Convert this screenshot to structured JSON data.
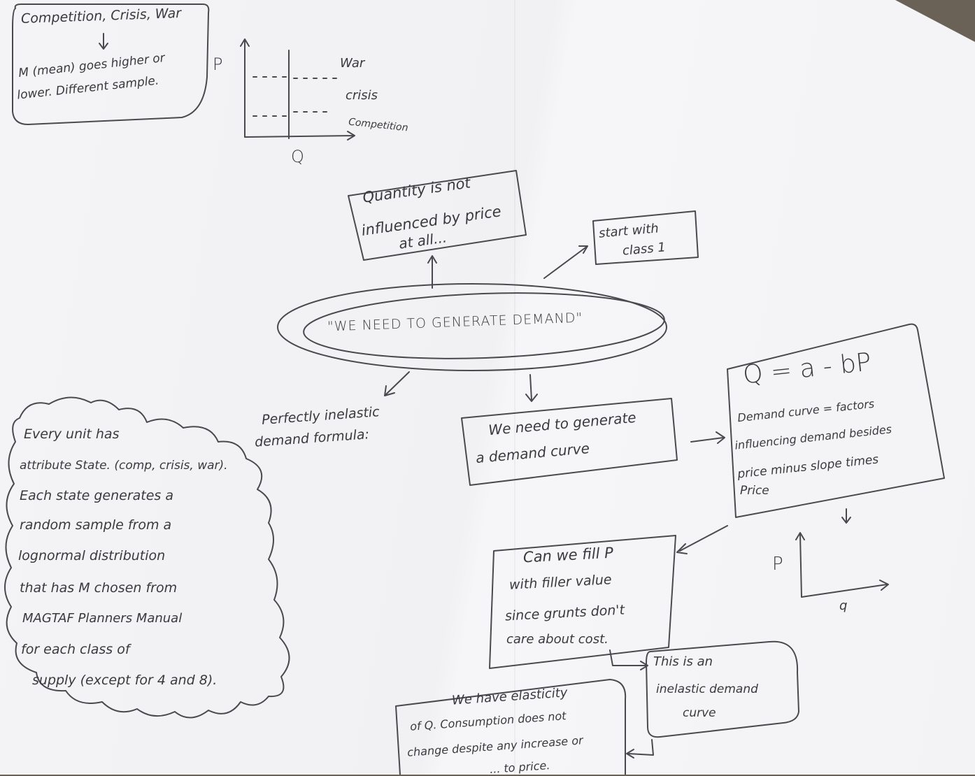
{
  "colors": {
    "ink": "#3a3a3e",
    "paper": "#f3f3f5",
    "background": "#6b6257"
  },
  "top_left_box": {
    "line1": "Competition, Crisis, War",
    "line2": "M (mean) goes higher or",
    "line3": "lower. Different sample."
  },
  "pq_chart": {
    "y_label": "P",
    "x_label": "Q",
    "levels": [
      "War",
      "crisis",
      "Competition"
    ]
  },
  "center_node": {
    "text": "\"WE NEED TO GENERATE DEMAND\""
  },
  "quantity_box": {
    "line1": "Quantity is not",
    "line2": "influenced by price",
    "line3": "at all..."
  },
  "start_box": {
    "line1": "start with",
    "line2": "class 1"
  },
  "inelastic_label": {
    "line1": "Perfectly inelastic",
    "line2": "demand formula:"
  },
  "left_cloud": {
    "lines": [
      "Every unit has",
      "attribute State. (comp, crisis, war).",
      "Each state generates a",
      "random sample from a",
      "lognormal distribution",
      "that has M chosen from",
      "MAGTAF Planners Manual",
      "for each class of",
      "supply (except for 4 and 8)."
    ]
  },
  "demand_curve_box": {
    "line1": "We need to generate",
    "line2": "a demand curve"
  },
  "formula_box": {
    "formula": "Q = a - bP",
    "lines": [
      "Demand curve = factors",
      "influencing demand besides",
      "price minus slope times",
      "Price"
    ]
  },
  "pq_small": {
    "y_label": "P",
    "x_label": "q"
  },
  "fill_box": {
    "lines": [
      "Can we fill P",
      "with filler value",
      "since grunts don't",
      "care about cost."
    ]
  },
  "inelastic_curve_box": {
    "line1": "This is an",
    "line2": "inelastic demand",
    "line3": "curve"
  },
  "elasticity_box": {
    "lines": [
      "We have elasticity",
      "of Q. Consumption does not",
      "change despite any increase or",
      "... to price."
    ]
  }
}
